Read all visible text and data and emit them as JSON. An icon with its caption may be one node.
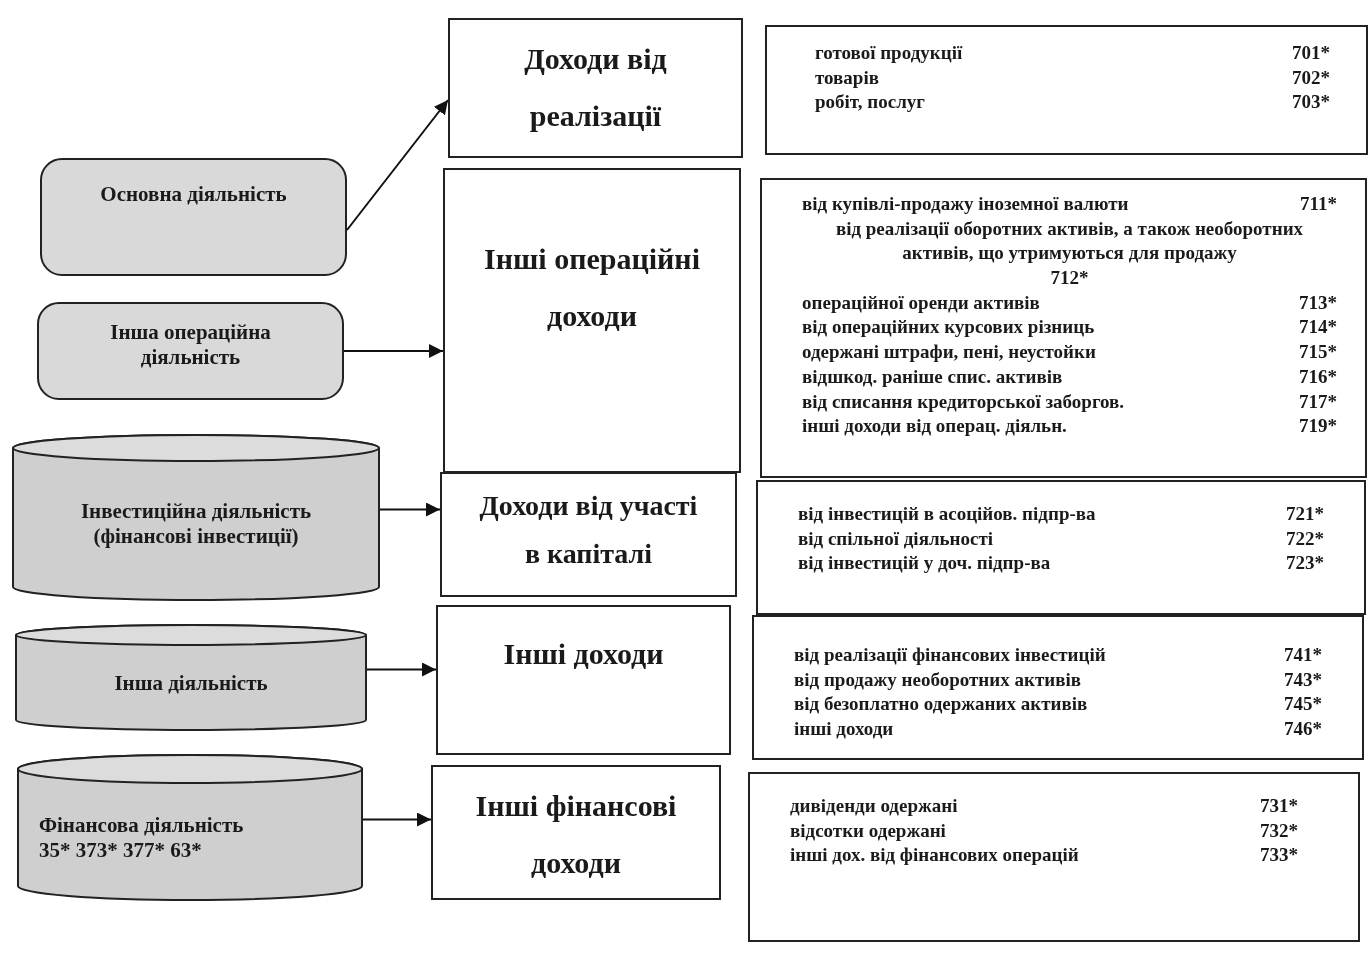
{
  "diagram": {
    "nodes": [
      {
        "text": [
          "Основна діяльність"
        ]
      },
      {
        "text": [
          "Інша операційна діяльність"
        ]
      },
      {
        "text": [
          "Інвестиційна діяльність (фінансові інвестиції)"
        ]
      },
      {
        "text": [
          "Інша діяльність"
        ]
      },
      {
        "text": [
          "Фінансова діяльність",
          "35* 373* 377* 63*"
        ]
      },
      {
        "text": [
          "Доходи від реалізації"
        ]
      },
      {
        "text": [
          "Інші операційні доходи"
        ]
      },
      {
        "text": [
          "Доходи від участі в капіталі"
        ]
      },
      {
        "text": [
          "Інші доходи"
        ]
      },
      {
        "text": [
          "Інші фінансові доходи"
        ]
      },
      {
        "text": [
          "готової продукції",
          "701*",
          "товарів",
          "702*",
          "робіт, послуг",
          "703*"
        ]
      },
      {
        "text": [
          "від купівлі-продажу іноземної валюти",
          "711*",
          "від реалізації оборотних активів, а також необоротних активів, що утримуються для продажу",
          "712*",
          "операційної оренди активів",
          "713*",
          "від операційних курсових різниць",
          "714*",
          "одержані штрафи, пені, неустойки",
          "715*",
          "відшкод. раніше спис. активів",
          "716*",
          "від списання кредиторської заборгов.",
          "717*",
          "інші доходи від операц. діяльн.",
          "719*"
        ]
      },
      {
        "text": [
          "від інвестицій в асоційов. підпр-ва",
          "721*",
          "від спільної діяльності",
          "722*",
          "від інвестицій у доч. підпр-ва",
          "723*"
        ]
      },
      {
        "text": [
          "від реалізації фінансових інвестицій",
          "741*",
          "від продажу необоротних активів",
          "743*",
          "від безоплатно одержаних активів",
          "745*",
          "інші доходи",
          "746*"
        ]
      },
      {
        "text": [
          "дивіденди одержані",
          "731*",
          "відсотки одержані",
          "732*",
          "інші дох. від фінансових операцій",
          "733*"
        ]
      }
    ],
    "edges": [
      {
        "from": 0,
        "to": 5,
        "arrow": "to"
      },
      {
        "from": 1,
        "to": 6,
        "arrow": "to"
      },
      {
        "from": 2,
        "to": 7,
        "arrow": "to"
      },
      {
        "from": 3,
        "to": 8,
        "arrow": "to"
      },
      {
        "from": 4,
        "to": 9,
        "arrow": "to"
      }
    ]
  }
}
